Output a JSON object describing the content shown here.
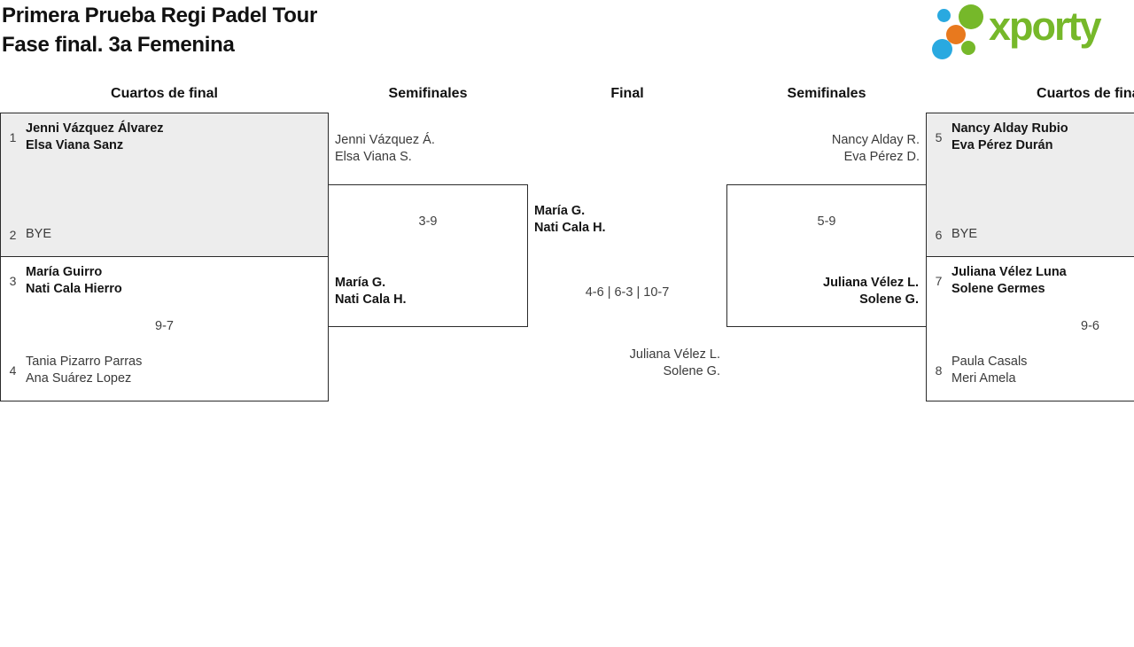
{
  "title": {
    "line1": "Primera Prueba Regi Padel Tour",
    "line2": "Fase final. 3a Femenina"
  },
  "logo": {
    "text": "xporty",
    "colors": {
      "green": "#76b82a",
      "blue": "#29a9e0",
      "orange": "#e8791e"
    }
  },
  "round_headers": {
    "left_quarters": "Cuartos de final",
    "left_semis": "Semifinales",
    "final": "Final",
    "right_semis": "Semifinales",
    "right_quarters": "Cuartos de final"
  },
  "matches": {
    "qf1": {
      "seed_top": "1",
      "top_line1": "Jenni Vázquez Álvarez",
      "top_line2": "Elsa Viana Sanz",
      "seed_bottom": "2",
      "bottom_line1": "BYE"
    },
    "qf2": {
      "seed_top": "3",
      "top_line1": "María Guirro",
      "top_line2": "Nati Cala Hierro",
      "score": "9-7",
      "seed_bottom": "4",
      "bottom_line1": "Tania Pizarro Parras",
      "bottom_line2": "Ana Suárez Lopez"
    },
    "sf1": {
      "top_line1": "Jenni Vázquez Á.",
      "top_line2": "Elsa Viana S.",
      "score": "3-9",
      "bottom_line1": "María G.",
      "bottom_line2": "Nati Cala H."
    },
    "final": {
      "top_line1": "María G.",
      "top_line2": "Nati Cala H.",
      "score": "4-6 | 6-3 | 10-7",
      "bottom_line1": "Juliana Vélez L.",
      "bottom_line2": "Solene G."
    },
    "sf2": {
      "top_line1": "Nancy Alday R.",
      "top_line2": "Eva Pérez D.",
      "score": "5-9",
      "bottom_line1": "Juliana Vélez L.",
      "bottom_line2": "Solene G."
    },
    "qf3": {
      "seed_top": "5",
      "top_line1": "Nancy Alday Rubio",
      "top_line2": "Eva Pérez Durán",
      "seed_bottom": "6",
      "bottom_line1": "BYE"
    },
    "qf4": {
      "seed_top": "7",
      "top_line1": "Juliana Vélez Luna",
      "top_line2": "Solene Germes",
      "score": "9-6",
      "seed_bottom": "8",
      "bottom_line1": "Paula Casals",
      "bottom_line2": "Meri Amela"
    }
  }
}
